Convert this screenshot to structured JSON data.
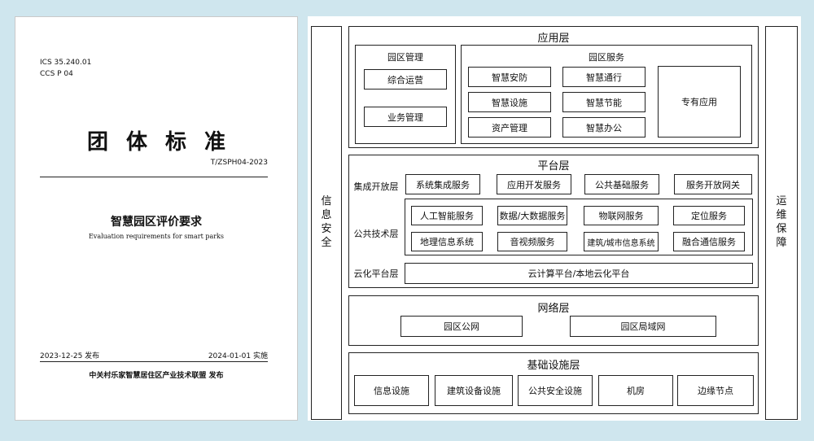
{
  "cover": {
    "ics": "ICS 35.240.01",
    "ccs": "CCS P 04",
    "standard_type": "团体标准",
    "code": "T/ZSPH04-2023",
    "title": "智慧园区评价要求",
    "subtitle": "Evaluation requirements for smart parks",
    "publish_date": "2023-12-25 发布",
    "implement_date": "2024-01-01 实施",
    "publisher": "中关村乐家智慧居住区产业技术联盟 发布"
  },
  "diagram": {
    "left_side": [
      "信",
      "息",
      "安",
      "全"
    ],
    "right_side": [
      "运",
      "维",
      "保",
      "障"
    ],
    "application": {
      "title": "应用层",
      "park_management": {
        "title": "园区管理",
        "items": [
          "综合运营",
          "业务管理"
        ]
      },
      "park_services": {
        "title": "园区服务",
        "items": [
          "智慧安防",
          "智慧通行",
          "智慧设施",
          "智慧节能",
          "资产管理",
          "智慧办公"
        ],
        "special": "专有应用"
      }
    },
    "platform": {
      "title": "平台层",
      "integration": {
        "label": "集成开放层",
        "items": [
          "系统集成服务",
          "应用开发服务",
          "公共基础服务",
          "服务开放网关"
        ]
      },
      "public_tech": {
        "label": "公共技术层",
        "items": [
          "人工智能服务",
          "数据/大数据服务",
          "物联网服务",
          "定位服务",
          "地理信息系统",
          "音视频服务",
          "建筑/城市信息系统",
          "融合通信服务"
        ]
      },
      "cloud": {
        "label": "云化平台层",
        "item": "云计算平台/本地云化平台"
      }
    },
    "network": {
      "title": "网络层",
      "items": [
        "园区公网",
        "园区局域网"
      ]
    },
    "infrastructure": {
      "title": "基础设施层",
      "items": [
        "信息设施",
        "建筑设备设施",
        "公共安全设施",
        "机房",
        "边缘节点"
      ]
    }
  }
}
